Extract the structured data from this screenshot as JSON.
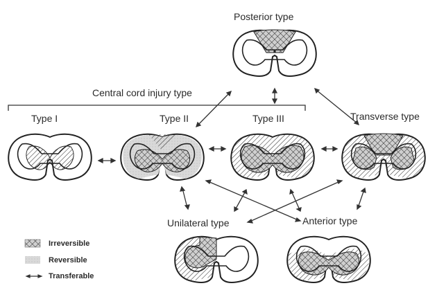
{
  "labels": {
    "posterior": "Posterior type",
    "central_group": "Central cord injury type",
    "type1": "Type I",
    "type2": "Type II",
    "type3": "Type III",
    "transverse": "Transverse type",
    "unilateral": "Unilateral type",
    "anterior": "Anterior type"
  },
  "legend": {
    "irreversible": "Irreversible",
    "reversible": "Reversible",
    "transferable": "Transferable"
  }
}
